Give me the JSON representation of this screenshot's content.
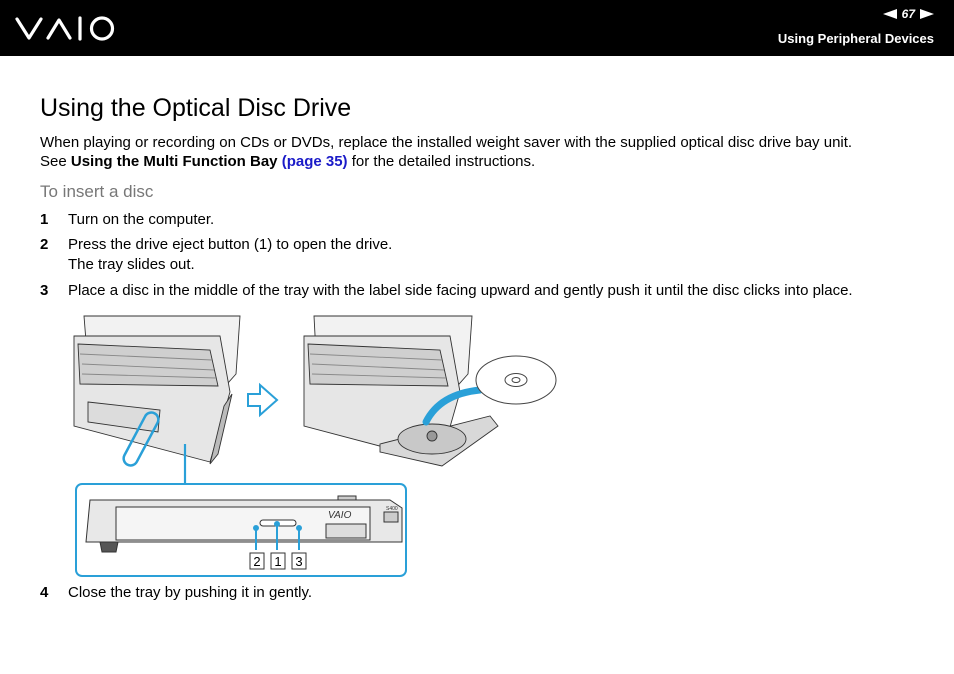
{
  "header": {
    "logo_text": "VAIO",
    "page_number": "67",
    "section": "Using Peripheral Devices"
  },
  "title": "Using the Optical Disc Drive",
  "intro": {
    "line1": "When playing or recording on CDs or DVDs, replace the installed weight saver with the supplied optical disc drive bay unit.",
    "see": "See ",
    "ref_bold": "Using the Multi Function Bay",
    "ref_link": "(page 35)",
    "tail": " for the detailed instructions."
  },
  "subheading": "To insert a disc",
  "steps": [
    {
      "num": "1",
      "text": "Turn on the computer."
    },
    {
      "num": "2",
      "text": "Press the drive eject button (1) to open the drive.",
      "text2": "The tray slides out."
    },
    {
      "num": "3",
      "text": "Place a disc in the middle of the tray with the label side facing upward and gently push it until the disc clicks into place."
    },
    {
      "num": "4",
      "text": "Close the tray by pushing it in gently."
    }
  ],
  "figure": {
    "callouts": [
      "2",
      "1",
      "3"
    ],
    "drive_logo": "VAIO",
    "port_label": "S400",
    "highlight_color": "#2aa0d8"
  }
}
